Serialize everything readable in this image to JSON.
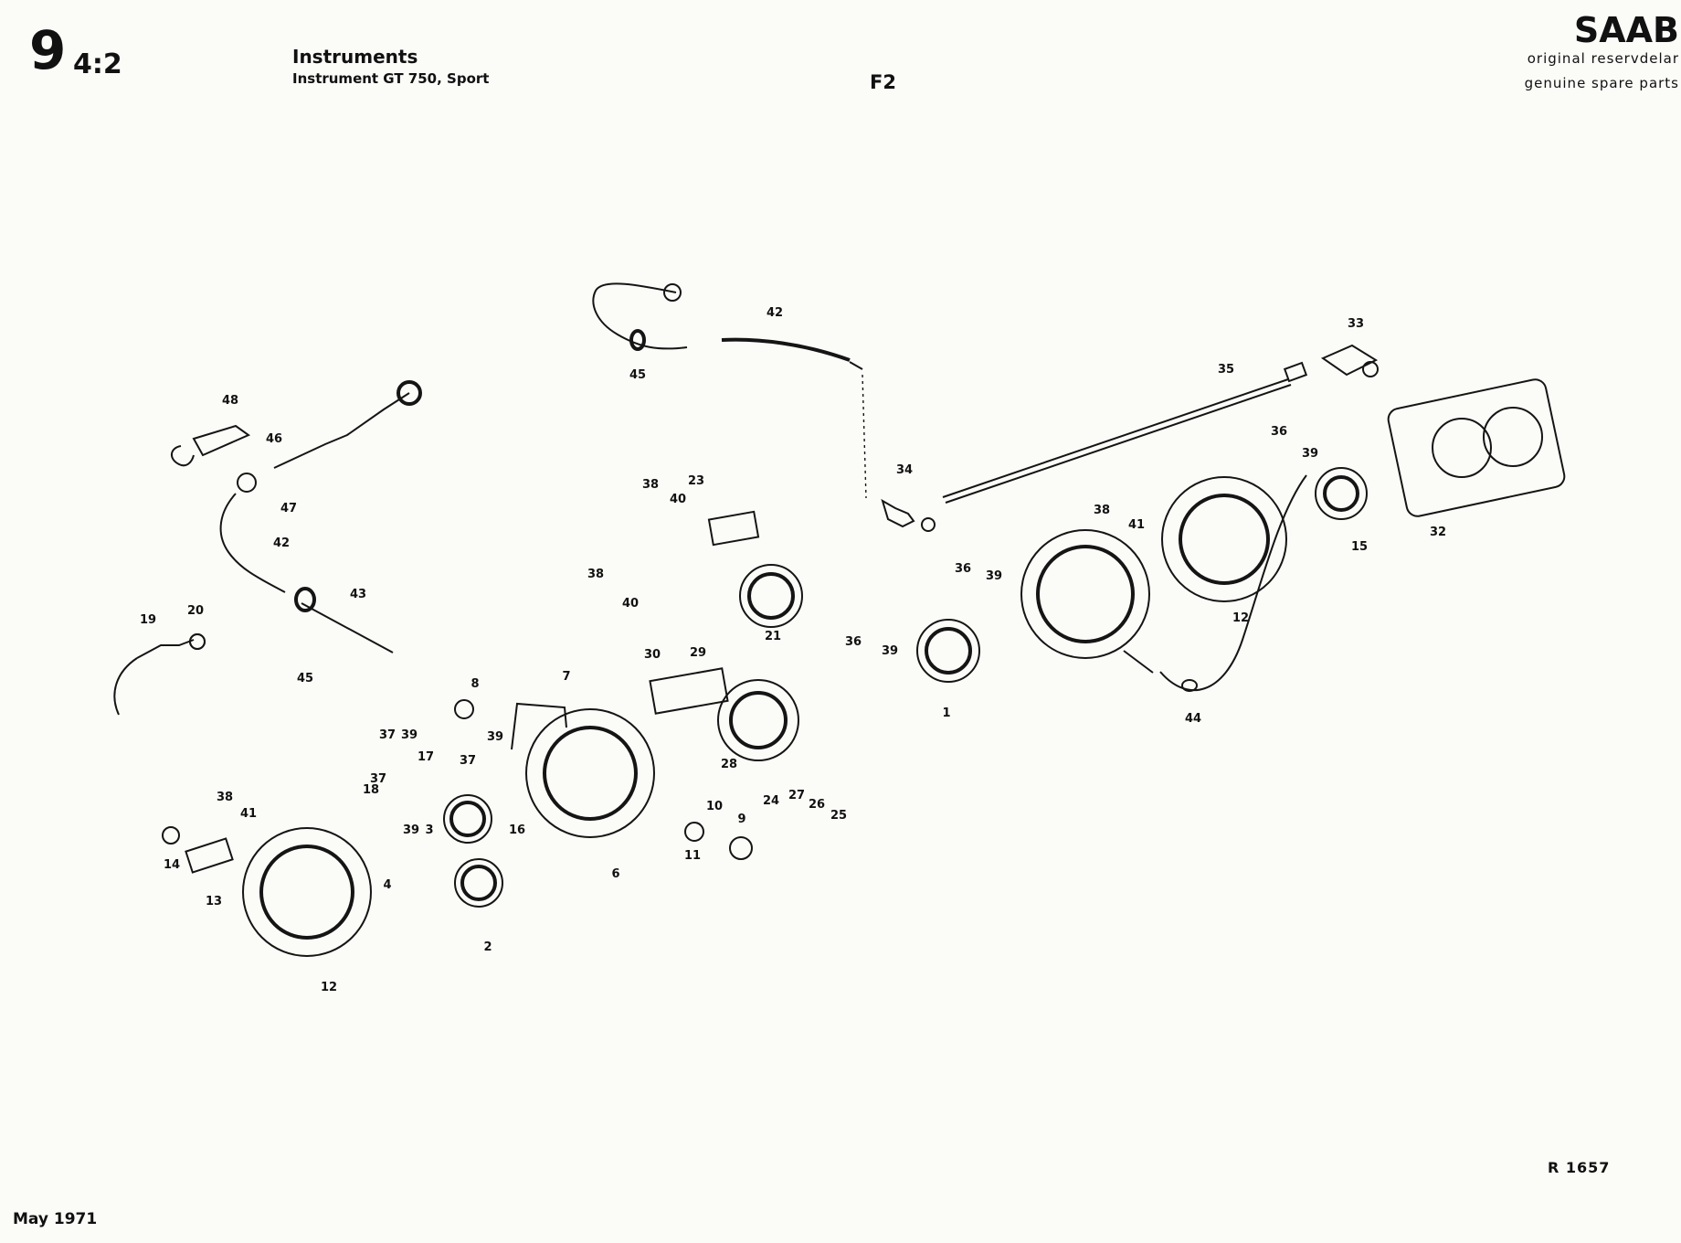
{
  "header": {
    "section_number": "9",
    "section_sub": "4:2",
    "title": "Instruments",
    "subtitle": "Instrument GT 750, Sport",
    "page_code": "F2"
  },
  "brand": {
    "logo": "SAAB",
    "tagline_1": "original reservdelar",
    "tagline_2": "genuine spare parts"
  },
  "footer": {
    "date": "May 1971",
    "reference": "R 1657"
  },
  "diagram": {
    "title": "Exploded view of instrument parts",
    "labels": [
      {
        "text": "1"
      },
      {
        "text": "2"
      },
      {
        "text": "3"
      },
      {
        "text": "4"
      },
      {
        "text": "6"
      },
      {
        "text": "7"
      },
      {
        "text": "8"
      },
      {
        "text": "9"
      },
      {
        "text": "10"
      },
      {
        "text": "11"
      },
      {
        "text": "12"
      },
      {
        "text": "12"
      },
      {
        "text": "13"
      },
      {
        "text": "14"
      },
      {
        "text": "15"
      },
      {
        "text": "16"
      },
      {
        "text": "17"
      },
      {
        "text": "18"
      },
      {
        "text": "19"
      },
      {
        "text": "20"
      },
      {
        "text": "21"
      },
      {
        "text": "23"
      },
      {
        "text": "24"
      },
      {
        "text": "25"
      },
      {
        "text": "26"
      },
      {
        "text": "27"
      },
      {
        "text": "28"
      },
      {
        "text": "29"
      },
      {
        "text": "30"
      },
      {
        "text": "32"
      },
      {
        "text": "33"
      },
      {
        "text": "34"
      },
      {
        "text": "35"
      },
      {
        "text": "36"
      },
      {
        "text": "36"
      },
      {
        "text": "36"
      },
      {
        "text": "37"
      },
      {
        "text": "37"
      },
      {
        "text": "37"
      },
      {
        "text": "38"
      },
      {
        "text": "38"
      },
      {
        "text": "38"
      },
      {
        "text": "38"
      },
      {
        "text": "39"
      },
      {
        "text": "39"
      },
      {
        "text": "39"
      },
      {
        "text": "39"
      },
      {
        "text": "39"
      },
      {
        "text": "39"
      },
      {
        "text": "40"
      },
      {
        "text": "40"
      },
      {
        "text": "41"
      },
      {
        "text": "41"
      },
      {
        "text": "42"
      },
      {
        "text": "42"
      },
      {
        "text": "43"
      },
      {
        "text": "44"
      },
      {
        "text": "45"
      },
      {
        "text": "45"
      },
      {
        "text": "46"
      },
      {
        "text": "47"
      },
      {
        "text": "48"
      }
    ]
  }
}
